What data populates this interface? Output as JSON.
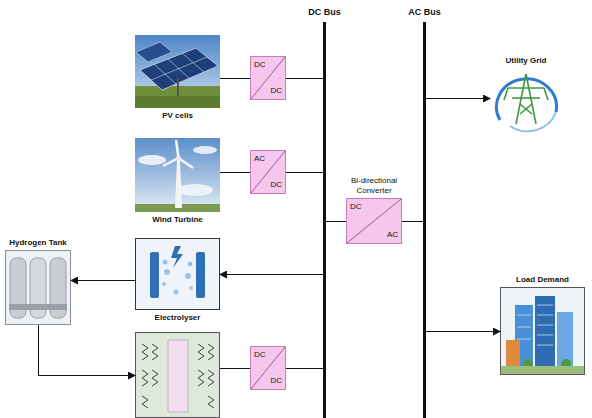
{
  "diagram": {
    "nodes": [
      {
        "text": [
          "DC Bus"
        ]
      },
      {
        "text": [
          "AC Bus"
        ]
      },
      {
        "text": [
          "PV cells"
        ]
      },
      {
        "text": [
          "DC",
          "DC"
        ]
      },
      {
        "text": [
          "Utility Grid"
        ]
      },
      {
        "text": [
          "Wind Turbine"
        ]
      },
      {
        "text": [
          "AC",
          "DC"
        ]
      },
      {
        "text": [
          "Bi-directional Converter",
          "DC",
          "AC"
        ]
      },
      {
        "text": [
          "Hydrogen Tank"
        ]
      },
      {
        "text": [
          "Electrolyser"
        ]
      },
      {
        "text": [
          "Load Demand"
        ]
      },
      {
        "text": []
      },
      {
        "text": [
          "DC",
          "DC"
        ]
      }
    ],
    "edges": [
      {
        "from": 2,
        "to": 3,
        "arrow": "none"
      },
      {
        "from": 3,
        "to": 0,
        "arrow": "none"
      },
      {
        "from": 5,
        "to": 6,
        "arrow": "none"
      },
      {
        "from": 6,
        "to": 0,
        "arrow": "none"
      },
      {
        "from": 0,
        "to": 9,
        "arrow": "to"
      },
      {
        "from": 9,
        "to": 8,
        "arrow": "to"
      },
      {
        "from": 8,
        "to": 11,
        "arrow": "to"
      },
      {
        "from": 11,
        "to": 12,
        "arrow": "none"
      },
      {
        "from": 12,
        "to": 0,
        "arrow": "none"
      },
      {
        "from": 0,
        "to": 7,
        "arrow": "none"
      },
      {
        "from": 7,
        "to": 1,
        "arrow": "none"
      },
      {
        "from": 1,
        "to": 4,
        "arrow": "to"
      },
      {
        "from": 1,
        "to": 10,
        "arrow": "to"
      }
    ]
  }
}
